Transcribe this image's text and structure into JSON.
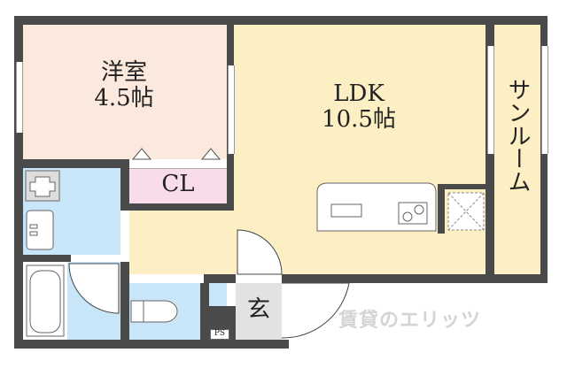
{
  "floorplan": {
    "rooms": {
      "western_room": {
        "name": "洋室",
        "size": "4.5帖",
        "color": "#fbe9de"
      },
      "ldk": {
        "name": "LDK",
        "size": "10.5帖",
        "color": "#fdefc4"
      },
      "sunroom": {
        "name": "サンルーム",
        "color": "#fdefc4"
      },
      "closet": {
        "name": "CL",
        "color": "#f9dcec"
      },
      "washroom": {
        "color": "#c8e6f7"
      },
      "bath": {
        "color": "#c8e6f7"
      },
      "toilet": {
        "color": "#c8e6f7"
      },
      "entrance": {
        "name": "玄",
        "color": "#e2e2e2"
      },
      "pipe_space": {
        "name": "PS"
      }
    },
    "wall_color": "#4a4a4a",
    "watermark": "賃貸のエリッツ"
  }
}
